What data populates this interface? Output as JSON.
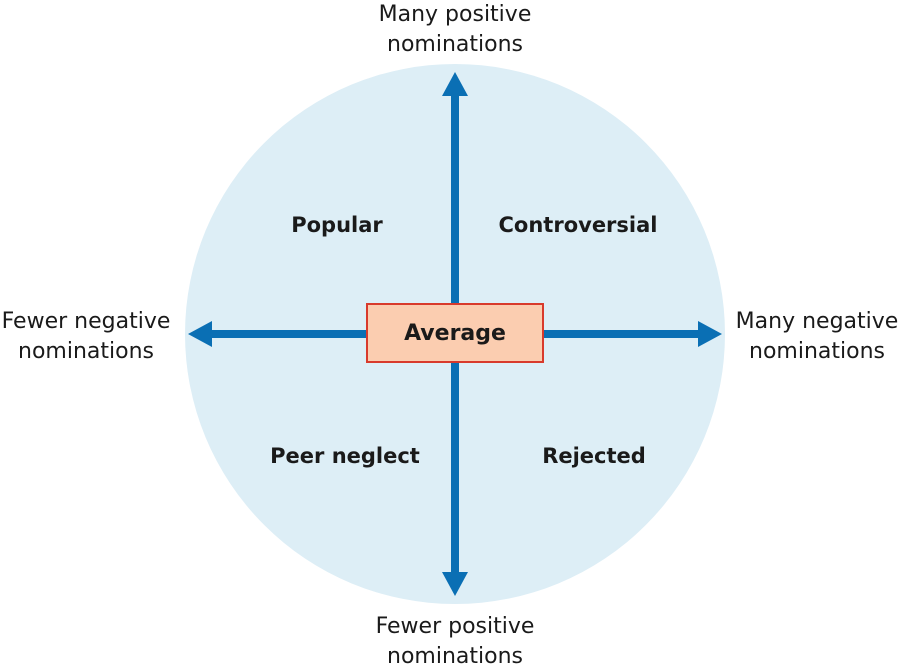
{
  "axes": {
    "top": {
      "line1": "Many positive",
      "line2": "nominations"
    },
    "bottom": {
      "line1": "Fewer positive",
      "line2": "nominations"
    },
    "left": {
      "line1": "Fewer negative",
      "line2": "nominations"
    },
    "right": {
      "line1": "Many negative",
      "line2": "nominations"
    }
  },
  "quadrants": {
    "top_left": "Popular",
    "top_right": "Controversial",
    "bottom_left": "Peer neglect",
    "bottom_right": "Rejected"
  },
  "center": "Average",
  "colors": {
    "circle_fill": "#ddeef6",
    "arrow": "#0a6fb4",
    "center_fill": "#fbcdb0",
    "center_border": "#d83a2c"
  }
}
